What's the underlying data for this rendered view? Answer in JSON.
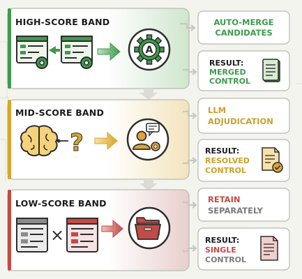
{
  "bands": {
    "high": {
      "title": "HIGH-SCORE BAND",
      "color": "#3f9a4d",
      "outcome_line1": "AUTO-MERGE",
      "outcome_line2": "CANDIDATES",
      "result_line1": "RESULT:",
      "result_line2": "MERGED",
      "result_line3": "CONTROL"
    },
    "mid": {
      "title": "MID-SCORE BAND",
      "color": "#c9a12a",
      "outcome_line1": "LLM",
      "outcome_line2": "ADJUDICATION",
      "result_line1": "RESULT:",
      "result_line2": "RESOLVED",
      "result_line3": "CONTROL"
    },
    "low": {
      "title": "LOW-SCORE BAND",
      "color": "#c24b45",
      "outcome_line1": "RETAIN",
      "outcome_line2": "SEPARATELY",
      "result_line1": "RESULT:",
      "result_line2": "SINGLE",
      "result_line3": "CONTROL"
    }
  },
  "glyphs": {
    "question_mark": "?",
    "times": "×",
    "gear_letter": "A"
  },
  "icons": [
    "document-gear-icon",
    "arrow-icon",
    "gear-a-icon",
    "brain-icon",
    "question-icon",
    "person-gear-chat-icon",
    "browser-window-icon",
    "times-icon",
    "folder-cabinet-icon",
    "document-icon",
    "document-check-icon",
    "document-lines-icon"
  ]
}
